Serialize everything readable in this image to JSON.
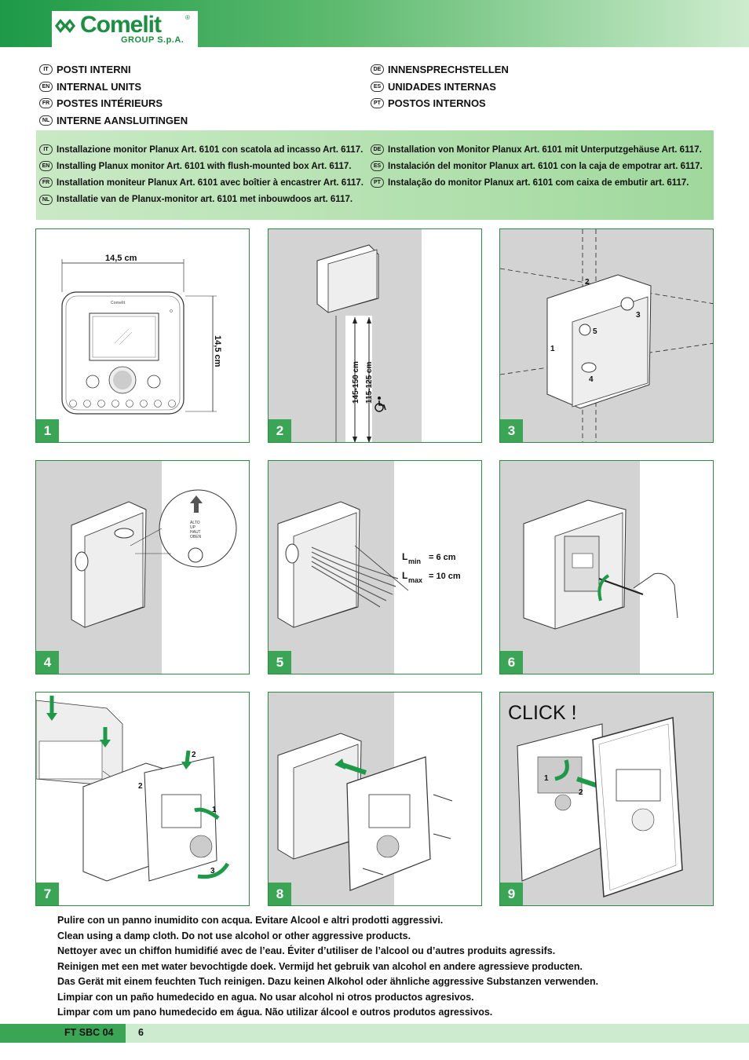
{
  "brand": {
    "name": "Comelit",
    "registered": "®",
    "group": "GROUP S.p.A."
  },
  "titles_left": [
    {
      "code": "IT",
      "text": "POSTI INTERNI"
    },
    {
      "code": "EN",
      "text": "INTERNAL UNITS"
    },
    {
      "code": "FR",
      "text": "POSTES INTÉRIEURS"
    },
    {
      "code": "NL",
      "text": "INTERNE AANSLUITINGEN"
    }
  ],
  "titles_right": [
    {
      "code": "DE",
      "text": "INNENSPRECHSTELLEN"
    },
    {
      "code": "ES",
      "text": "UNIDADES INTERNAS"
    },
    {
      "code": "PT",
      "text": "POSTOS INTERNOS"
    }
  ],
  "install_left": [
    {
      "code": "IT",
      "text": "Installazione monitor Planux Art. 6101 con scatola ad incasso Art. 6117."
    },
    {
      "code": "EN",
      "text": "Installing Planux monitor Art. 6101 with flush-mounted box Art. 6117."
    },
    {
      "code": "FR",
      "text": "Installation moniteur Planux Art. 6101 avec boîtier à encastrer Art. 6117."
    },
    {
      "code": "NL",
      "text": "Installatie van de Planux-monitor art. 6101 met inbouwdoos art. 6117."
    }
  ],
  "install_right": [
    {
      "code": "DE",
      "text": "Installation von Monitor Planux Art. 6101 mit Unterputzgehäuse Art. 6117."
    },
    {
      "code": "ES",
      "text": "Instalación del monitor Planux art. 6101 con la caja de empotrar art. 6117."
    },
    {
      "code": "PT",
      "text": "Instalação do monitor Planux art. 6101 com caixa de embutir art. 6117."
    }
  ],
  "panels": {
    "p1": {
      "number": "1",
      "width_label": "14,5 cm",
      "height_label": "14,5 cm",
      "device_logo": "Comelit"
    },
    "p2": {
      "number": "2",
      "height_range_1": "145-150 cm",
      "height_range_2": "115-125 cm",
      "icon": "wheelchair-icon"
    },
    "p3": {
      "number": "3",
      "knockouts": [
        "1",
        "2",
        "3",
        "4",
        "5"
      ]
    },
    "p4": {
      "number": "4",
      "orientation_lines": [
        "ALTO",
        "UP",
        "HAUT",
        "OBEN"
      ]
    },
    "p5": {
      "number": "5",
      "lmin_L": "L",
      "lmin_sub": "min",
      "lmin_val": "= 6 cm",
      "lmax_L": "L",
      "lmax_sub": "max",
      "lmax_val": "= 10 cm"
    },
    "p6": {
      "number": "6"
    },
    "p7": {
      "number": "7",
      "steps": [
        "1",
        "2",
        "2",
        "3"
      ]
    },
    "p8": {
      "number": "8"
    },
    "p9": {
      "number": "9",
      "click": "CLICK !",
      "steps": [
        "1",
        "2"
      ]
    }
  },
  "cleaning": [
    "Pulire con un panno inumidito con acqua. Evitare Alcool e altri prodotti aggressivi.",
    "Clean using a damp cloth. Do not use alcohol or other aggressive products.",
    "Nettoyer avec un chiffon humidifié avec de l’eau. Éviter d’utiliser de l’alcool ou d’autres produits agressifs.",
    "Reinigen met een met water bevochtigde doek. Vermijd het gebruik van alcohol en andere agressieve producten.",
    "Das Gerät mit einem feuchten Tuch reinigen. Dazu keinen Alkohol oder ähnliche aggressive Substanzen verwenden.",
    "Limpiar con un paño humedecido en agua. No usar alcohol ni otros productos agresivos.",
    "Limpar com um pano humedecido em água. Não utilizar álcool e outros produtos agressivos."
  ],
  "footer": {
    "code": "FT SBC 04",
    "page": "6"
  },
  "colors": {
    "brand_green": "#1a8f3f",
    "accent_green": "#3aa655",
    "panel_gray": "#d3d3d3"
  }
}
